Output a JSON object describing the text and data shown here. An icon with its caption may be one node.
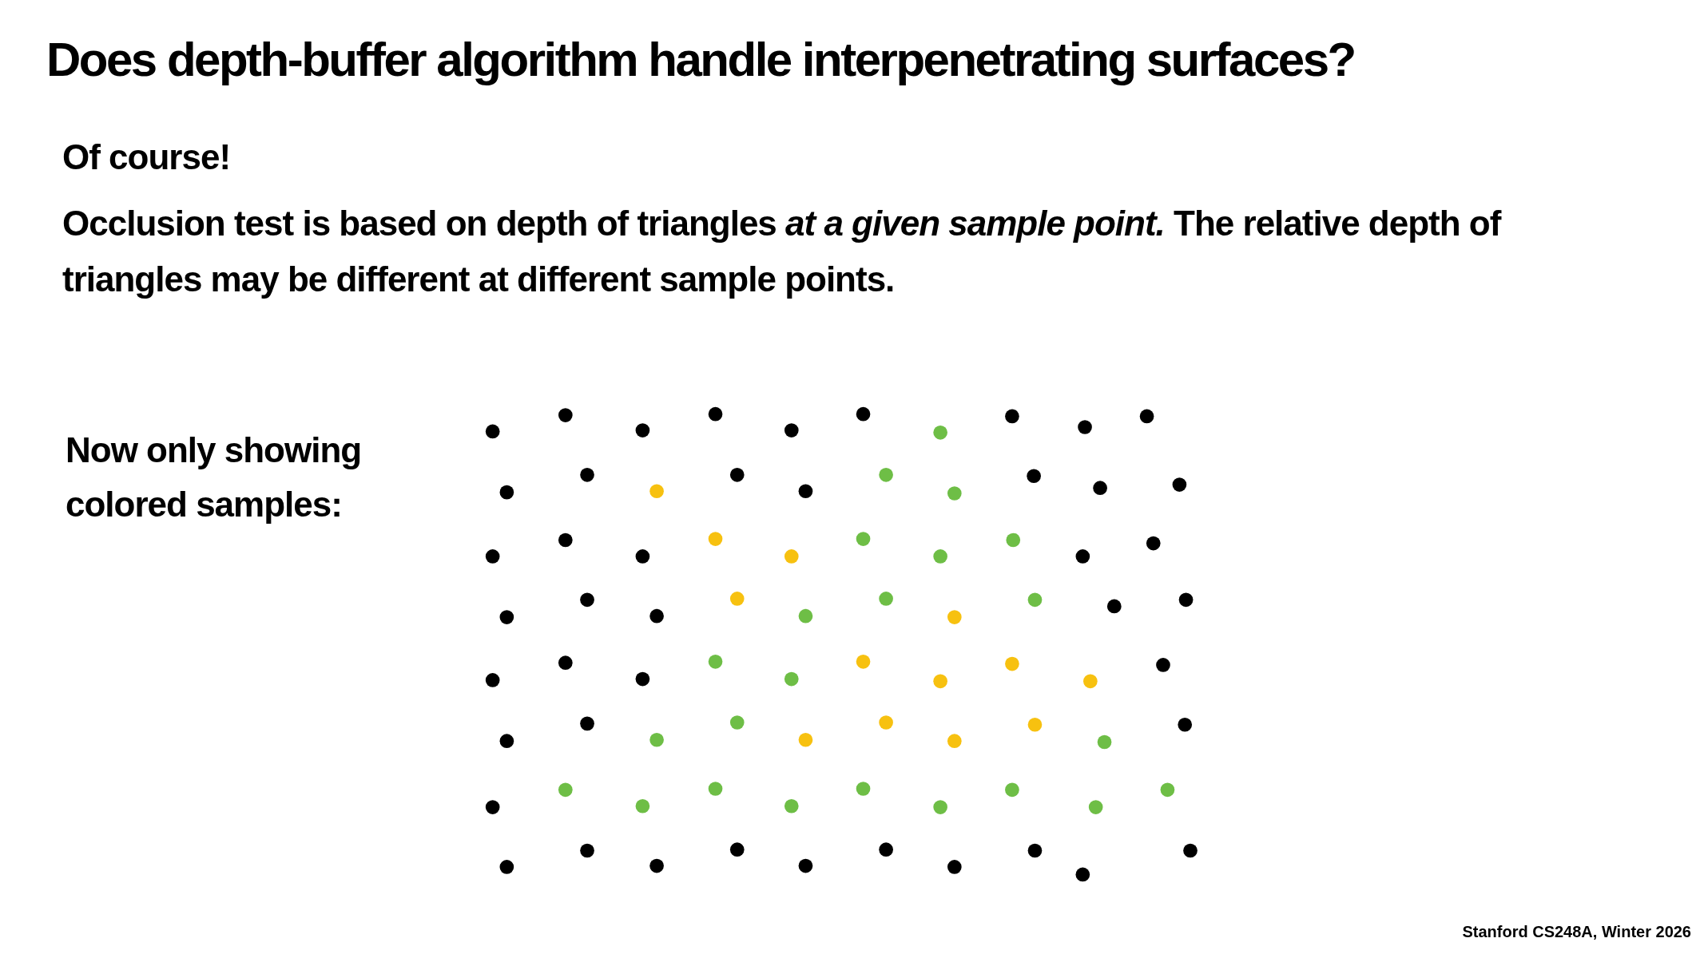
{
  "diagram": {
    "title": "Does depth-buffer algorithm handle interpenetrating surfaces?",
    "labels": [
      "Of course!",
      "Occlusion test is based on depth of triangles *at a given sample point.* The relative depth of triangles may be different at different sample points.",
      "Now only showing colored samples:",
      "Stanford CS248A, Winter 2026"
    ]
  }
}
